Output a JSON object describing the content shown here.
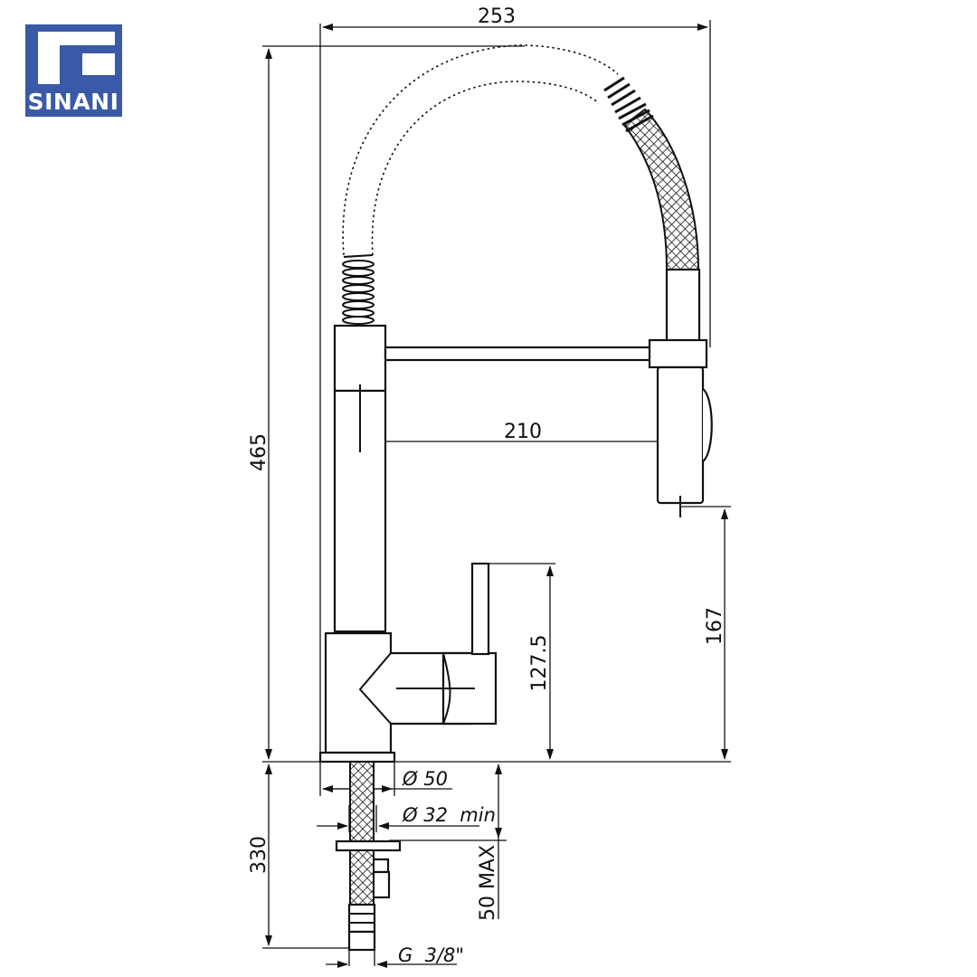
{
  "logo": {
    "brand": "SINANI",
    "color": "#3a59a7"
  },
  "dimensions": {
    "overall_width": "253",
    "overall_height": "465",
    "spout_reach": "210",
    "spout_outlet_height": "167",
    "handle_height": "127.5",
    "base_diameter": "Ø 50",
    "hole_diameter": "Ø 32  min",
    "mounting_thickness": "50 MAX",
    "hose_length": "330",
    "connection_thread": "G  3/8\""
  }
}
